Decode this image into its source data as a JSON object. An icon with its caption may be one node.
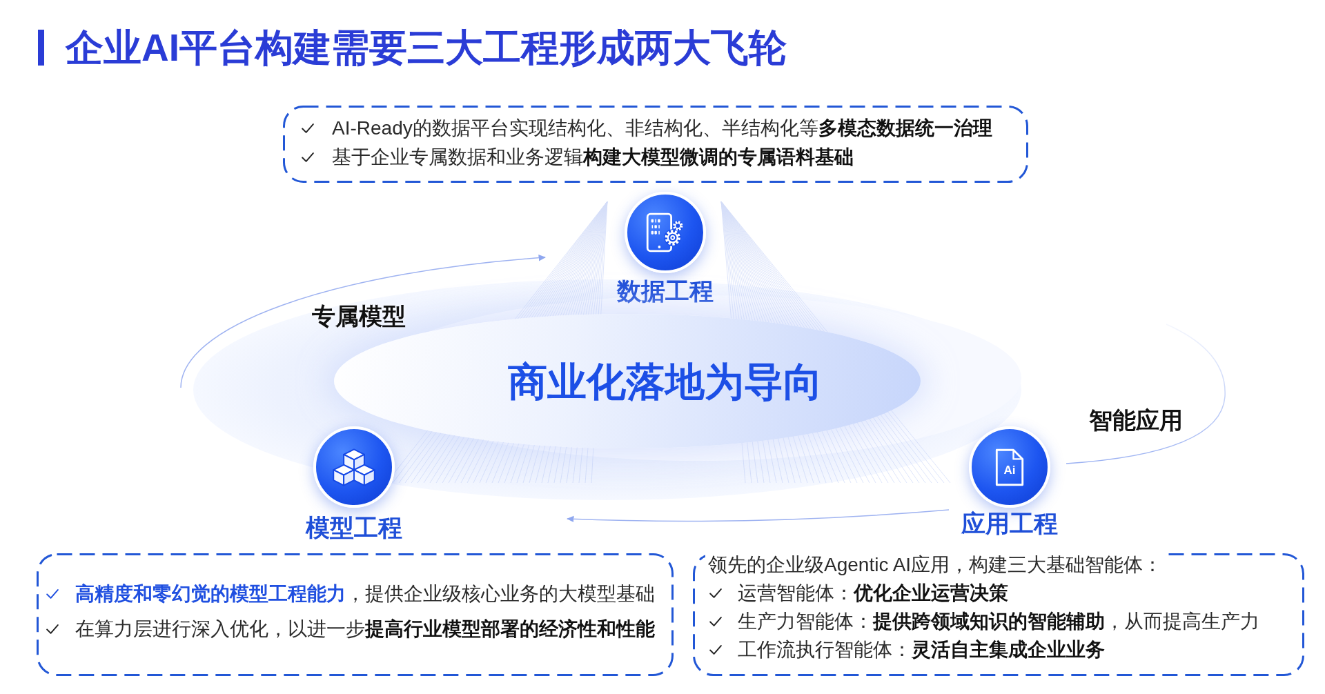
{
  "diagram": {
    "title": "企业AI平台构建需要三大工程形成两大飞轮",
    "nodes": [
      {
        "text": [
          "AI-Ready的数据平台实现结构化、非结构化、半结构化等**多模态数据统一治理**",
          "基于企业专属数据和业务逻辑**构建大模型微调的专属语料基础**"
        ]
      },
      {
        "text": [
          "数据工程"
        ]
      },
      {
        "text": [
          "商业化落地为导向"
        ]
      },
      {
        "text": [
          "模型工程"
        ]
      },
      {
        "text": [
          "Ai",
          "应用工程"
        ]
      },
      {
        "text": [
          "**高精度和零幻觉的模型工程能力**，提供企业级核心业务的大模型基础",
          "在算力层进行深入优化，以进一步**提高行业模型部署的经济性和性能**"
        ]
      },
      {
        "text": [
          "领先的企业级Agentic AI应用，构建三大基础智能体：",
          "运营智能体：**优化企业运营决策**",
          "生产力智能体：**提供跨领域知识的智能辅助**，从而提高生产力",
          "工作流执行智能体：**灵活自主集成企业业务**"
        ]
      }
    ],
    "labels": [
      "专属模型",
      "智能应用"
    ]
  }
}
